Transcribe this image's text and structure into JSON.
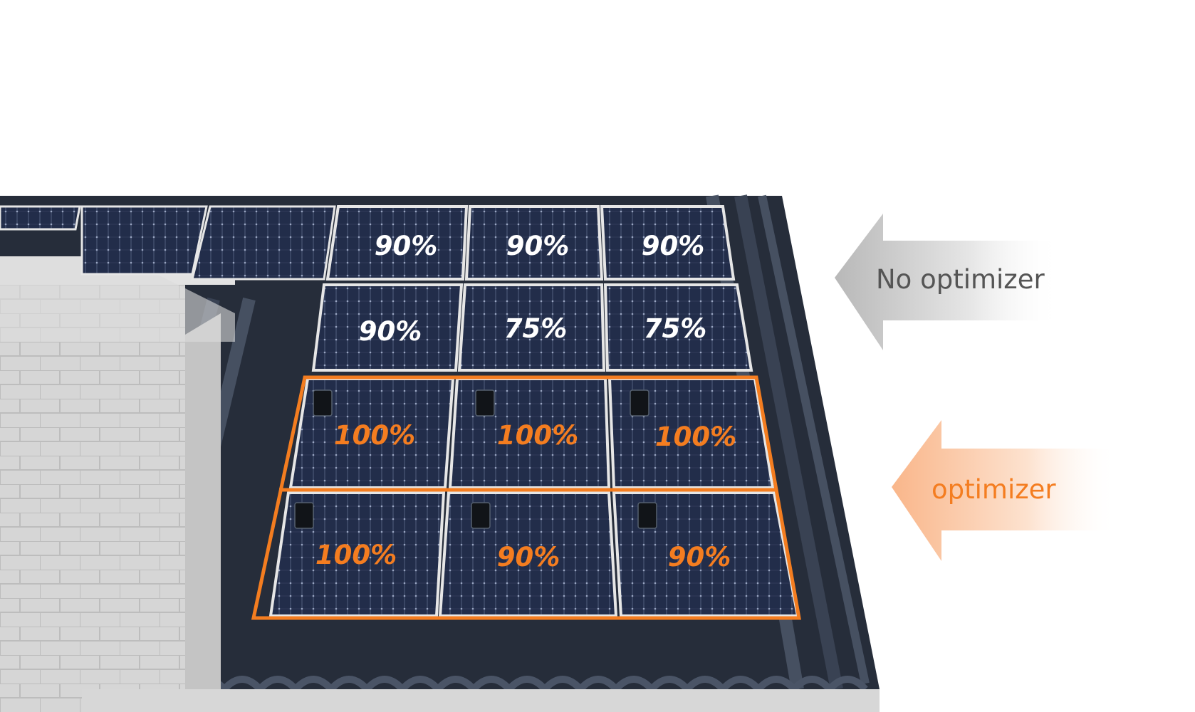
{
  "labels": {
    "no_optimizer": "No optimizer",
    "optimizer": "optimizer"
  },
  "colors": {
    "highlight": "#f47d20",
    "panel": "#1f2a45",
    "roof": "#2c3442",
    "wall": "#d5d5d5"
  },
  "panels_no_optimizer": {
    "row1": [
      "90%",
      "90%",
      "90%"
    ],
    "row2": [
      "90%",
      "75%",
      "75%"
    ]
  },
  "panels_optimizer": {
    "row1": [
      "100%",
      "100%",
      "100%"
    ],
    "row2": [
      "100%",
      "90%",
      "90%"
    ]
  }
}
